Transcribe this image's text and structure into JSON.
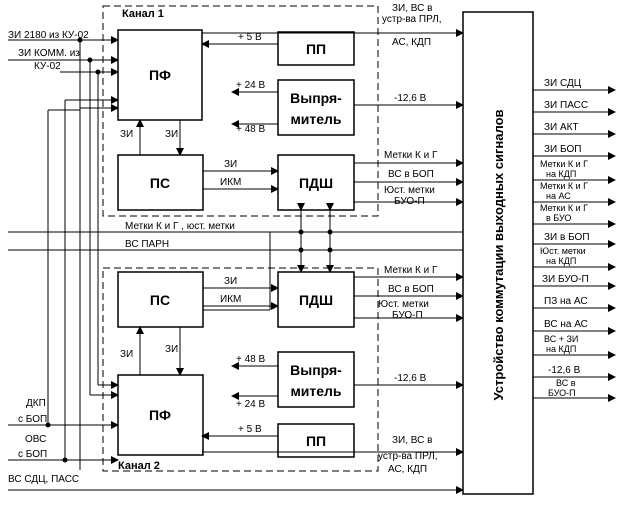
{
  "channels": {
    "ch1": "Канал 1",
    "ch2": "Канал 2"
  },
  "blocks": {
    "pf": "ПФ",
    "pp": "ПП",
    "ps": "ПС",
    "pdsh": "ПДШ",
    "rect_line1": "Выпря-",
    "rect_line2": "митель",
    "switch": "Устройство коммутации выходных сигналов"
  },
  "inputs": {
    "zi2180": "ЗИ 2180 из КУ-02",
    "zi_komm": "ЗИ КОММ. из",
    "ku02": "КУ-02",
    "dkp1": "ДКП",
    "dkp2": "с БОП",
    "ovs1": "ОВС",
    "ovs2": "с БОП",
    "vs_sdc": "ВС СДЦ, ПАСС"
  },
  "internal": {
    "zi": "ЗИ",
    "ikm": "ИКМ",
    "p5": "+ 5 В",
    "p24": "+ 24 В",
    "p48": "+ 48 В",
    "v126": "-12,6 В"
  },
  "mid_labels": {
    "marks": "Метки К и Г , юст. метки",
    "vs_parn": "ВС ПАРН"
  },
  "channel_outputs": {
    "zi_vs_1": "ЗИ, ВС в",
    "zi_vs_2": "устр-ва ПРЛ,",
    "zi_vs_3": "АС, КДП",
    "metki": "Метки К и Г",
    "vs_bop": "ВС в БОП",
    "yust1": "Юст. метки",
    "yust2": "БУО-П"
  },
  "outputs": [
    {
      "l1": "ЗИ СДЦ"
    },
    {
      "l1": "ЗИ ПАСС"
    },
    {
      "l1": "ЗИ АКТ"
    },
    {
      "l1": "ЗИ БОП"
    },
    {
      "l1": "Метки К и Г",
      "l2": "на КДП"
    },
    {
      "l1": "Метки К и Г",
      "l2": "на АС"
    },
    {
      "l1": "Метки К и Г",
      "l2": "в БУО"
    },
    {
      "l1": "ЗИ в БОП"
    },
    {
      "l1": "Юст. метки",
      "l2": "на КДП"
    },
    {
      "l1": "ЗИ БУО-П"
    },
    {
      "l1": "ПЗ на АС"
    },
    {
      "l1": "ВС на АС"
    },
    {
      "l1": "ВС + ЗИ",
      "l2": "на КДП"
    },
    {
      "l1": "-12,6 В"
    },
    {
      "l1": "ВС в",
      "l2": "БУО-П"
    }
  ]
}
